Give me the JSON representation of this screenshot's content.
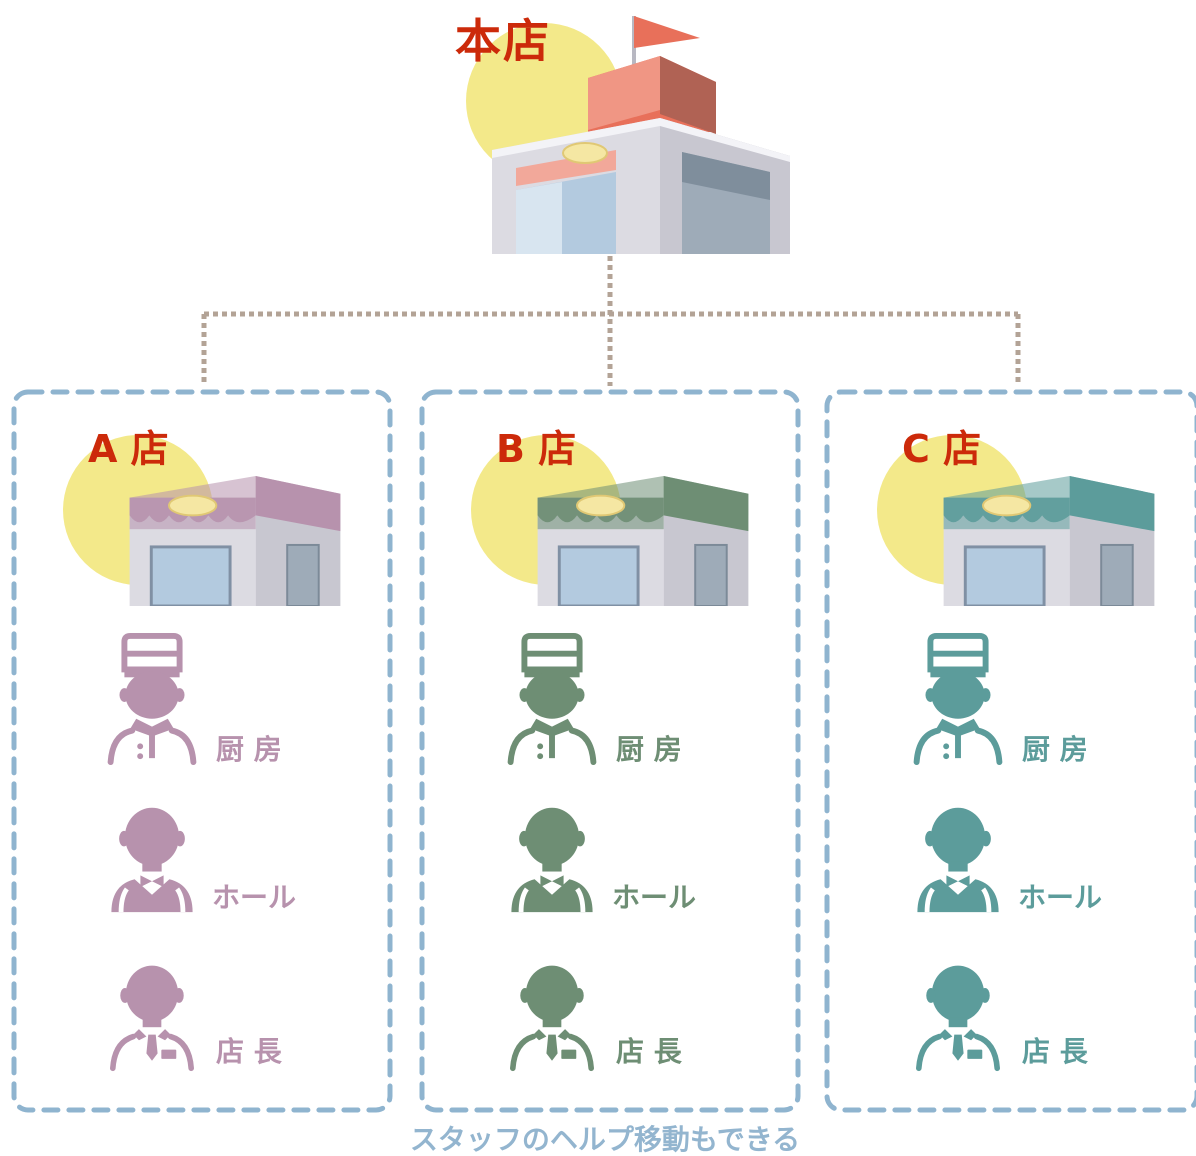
{
  "headquarters": {
    "title": "本店"
  },
  "branches": [
    {
      "title": "A 店",
      "color": "#b792ad",
      "roles": [
        {
          "label": "厨 房",
          "icon": "chef-icon"
        },
        {
          "label": "ホール",
          "icon": "waiter-icon"
        },
        {
          "label": "店 長",
          "icon": "manager-icon"
        }
      ]
    },
    {
      "title": "B 店",
      "color": "#6e8e74",
      "roles": [
        {
          "label": "厨 房",
          "icon": "chef-icon"
        },
        {
          "label": "ホール",
          "icon": "waiter-icon"
        },
        {
          "label": "店 長",
          "icon": "manager-icon"
        }
      ]
    },
    {
      "title": "C 店",
      "color": "#5c9c9b",
      "roles": [
        {
          "label": "厨 房",
          "icon": "chef-icon"
        },
        {
          "label": "ホール",
          "icon": "waiter-icon"
        },
        {
          "label": "店 長",
          "icon": "manager-icon"
        }
      ]
    }
  ],
  "caption": "スタッフのヘルプ移動もできる",
  "colors": {
    "title_red": "#cc2a0a",
    "dash_blue": "#8fb4cf",
    "connector": "#b3a396",
    "sun": "#f3e98a",
    "roof_red": "#e8705a"
  }
}
